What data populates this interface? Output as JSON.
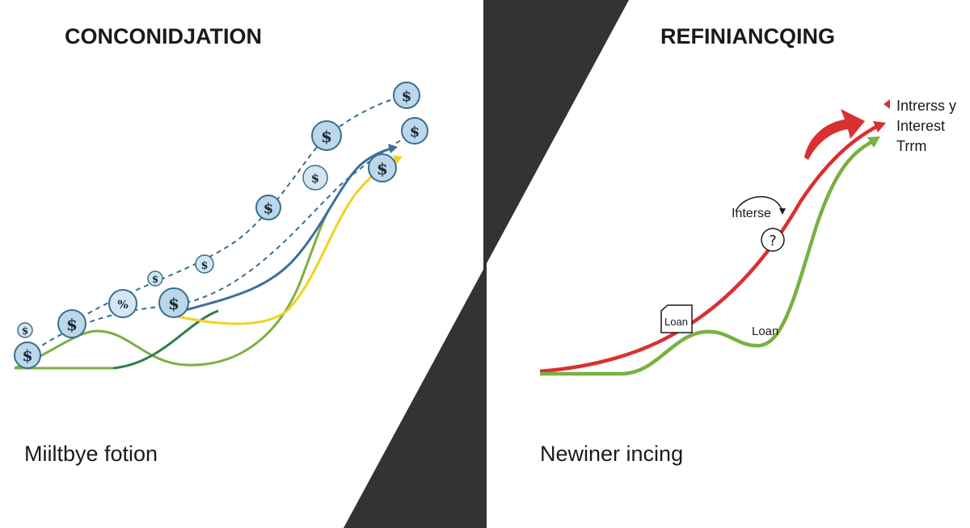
{
  "left_panel": {
    "title": "CONCONIDJATION",
    "caption": "Miiltbye fotion",
    "coin_symbol": "$",
    "coin_symbols_alt": [
      "%",
      "$"
    ],
    "line_colors": {
      "dashed": "#3a6e8c",
      "blue": "#3b6fa0",
      "yellow": "#f0d21e",
      "green": "#7bb042",
      "dark_green": "#2e7d4a"
    }
  },
  "right_panel": {
    "title": "REFINIANCQING",
    "caption": "Newiner incing",
    "legend": {
      "line1": "Intrerss y",
      "line2": "Interest",
      "line3": "Trrm"
    },
    "labels": {
      "interest": "Interse",
      "loan_boxed": "Loan",
      "loan_green": "Loan",
      "question_mark": "?"
    },
    "line_colors": {
      "red": "#d93030",
      "green": "#7ab041"
    }
  },
  "divider_color": "#333333"
}
